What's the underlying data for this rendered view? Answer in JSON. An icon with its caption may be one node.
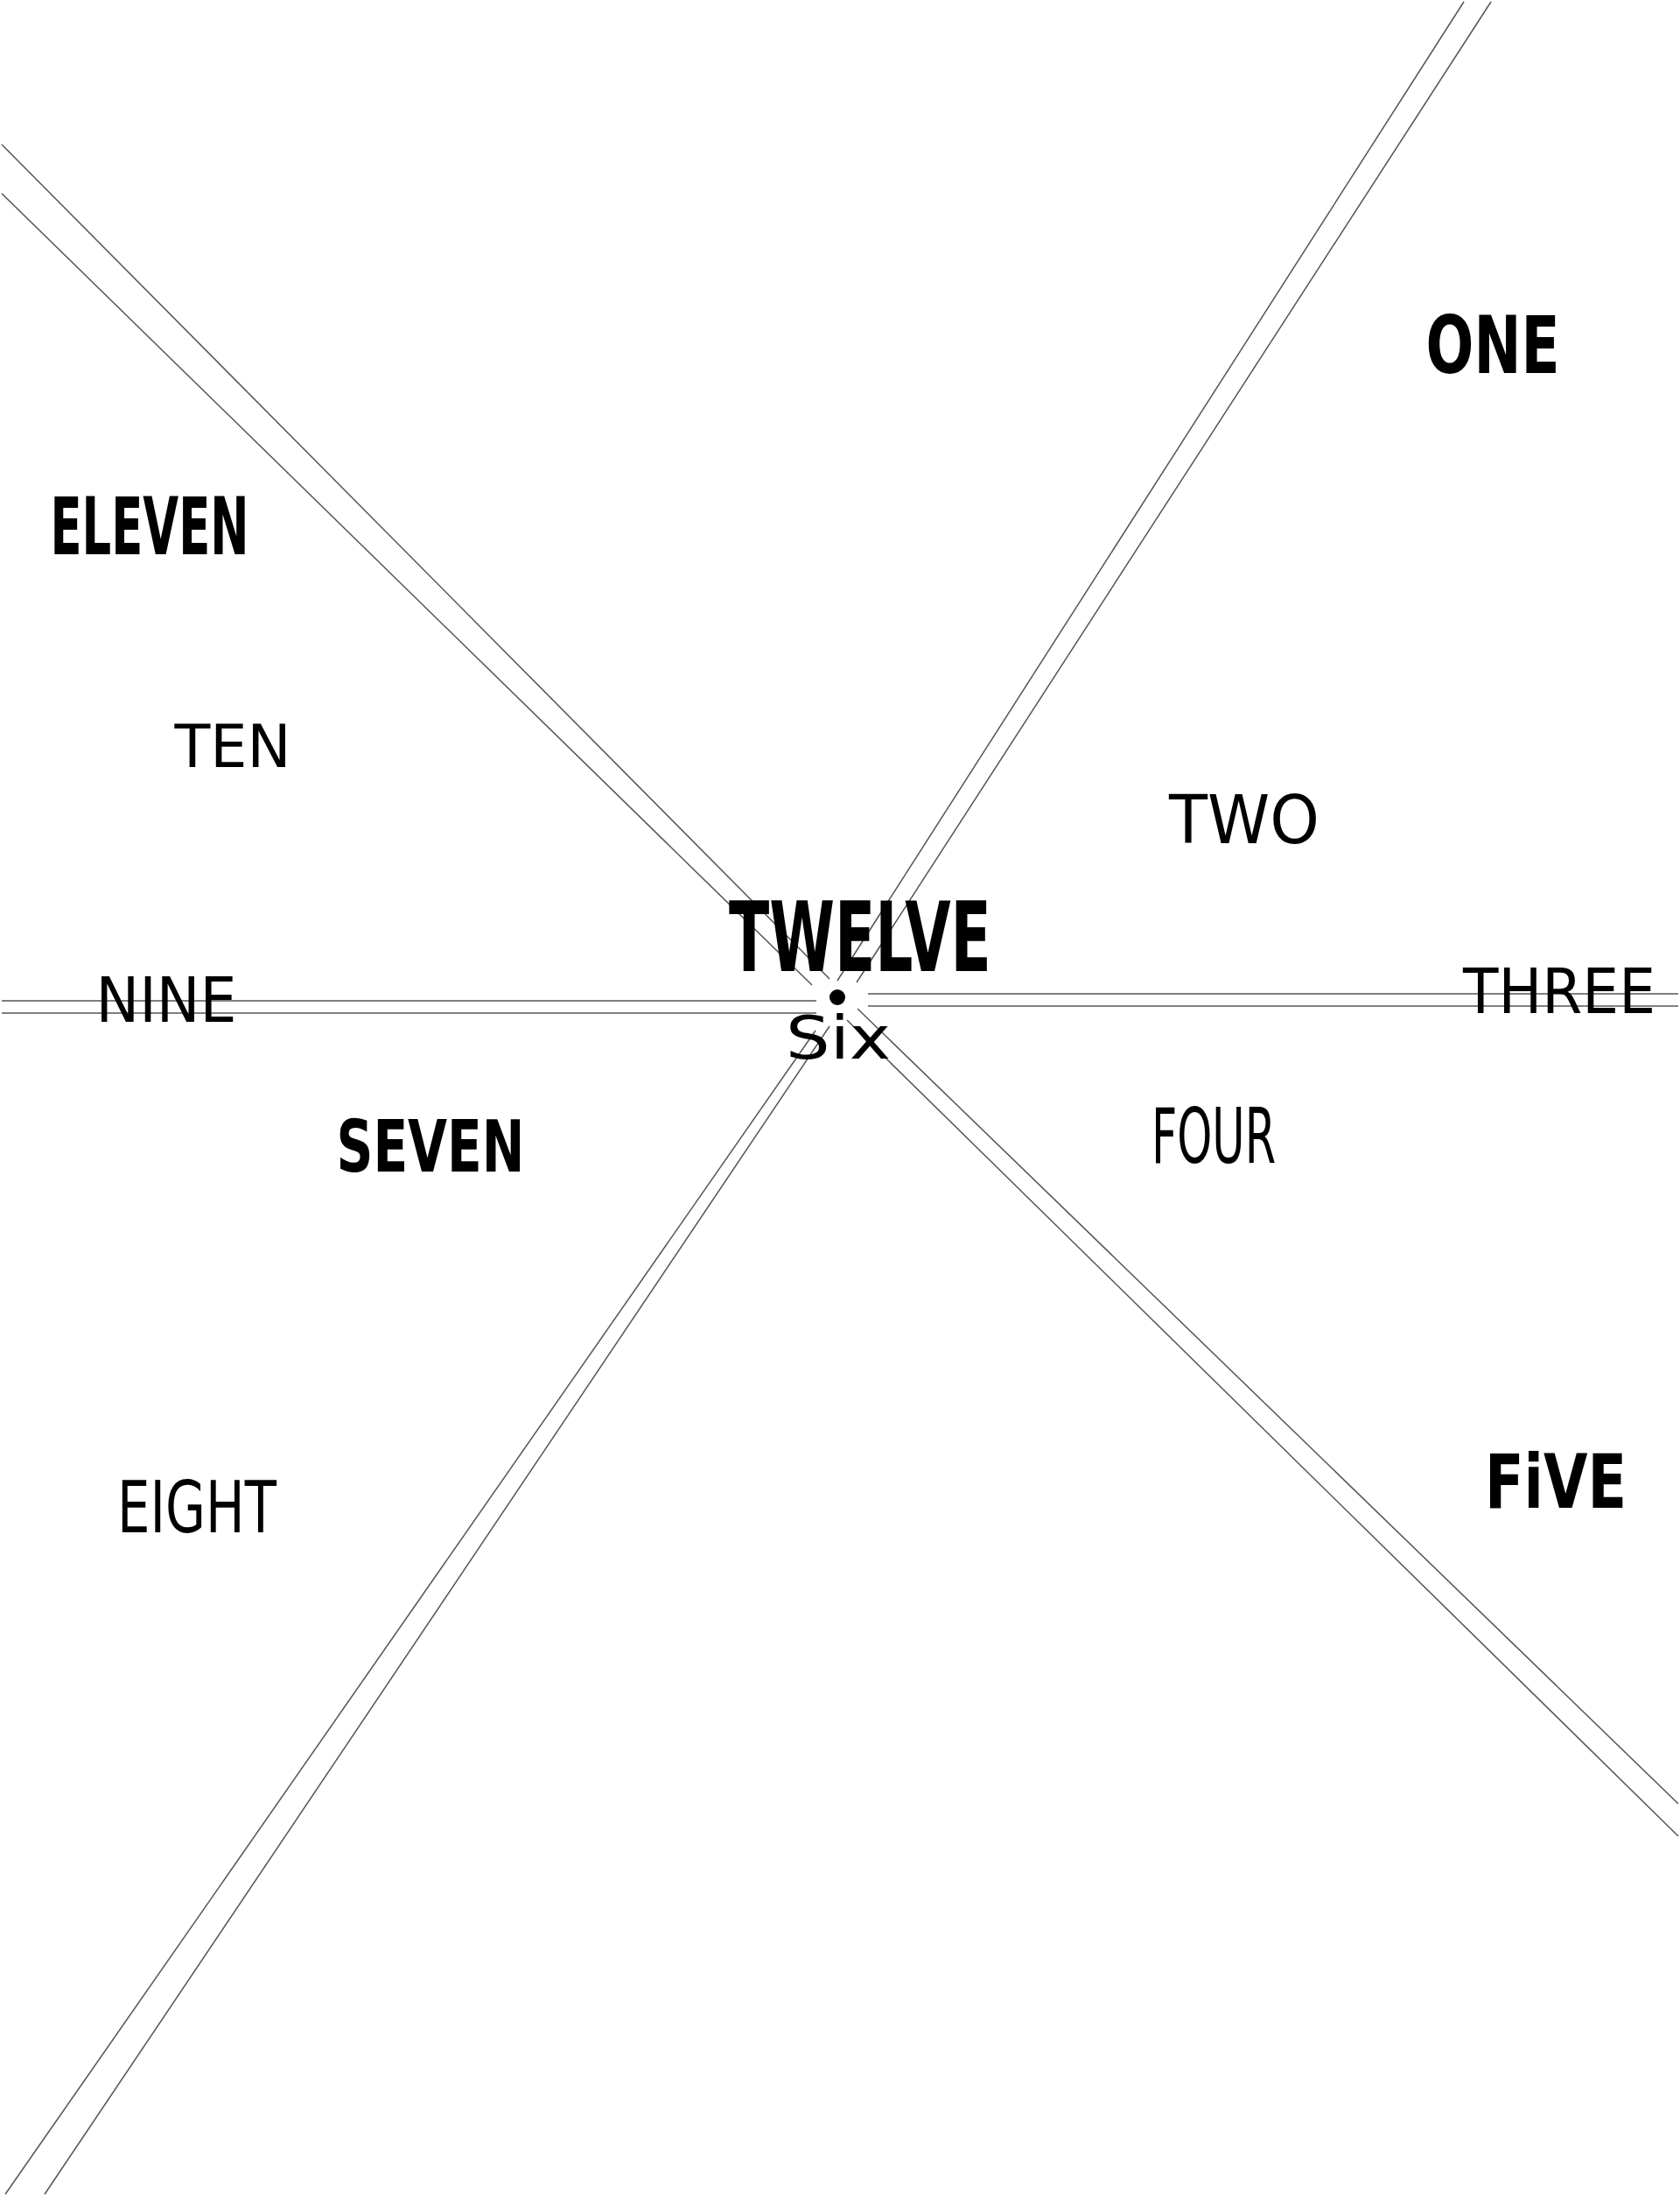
{
  "diagram": {
    "labels": [
      "ONE",
      "ELEVEN",
      "TEN",
      "TWO",
      "TWELVE",
      "NINE",
      "THREE",
      "Six",
      "SEVEN",
      "FOUR",
      "EIGHT",
      "FiVE"
    ]
  }
}
